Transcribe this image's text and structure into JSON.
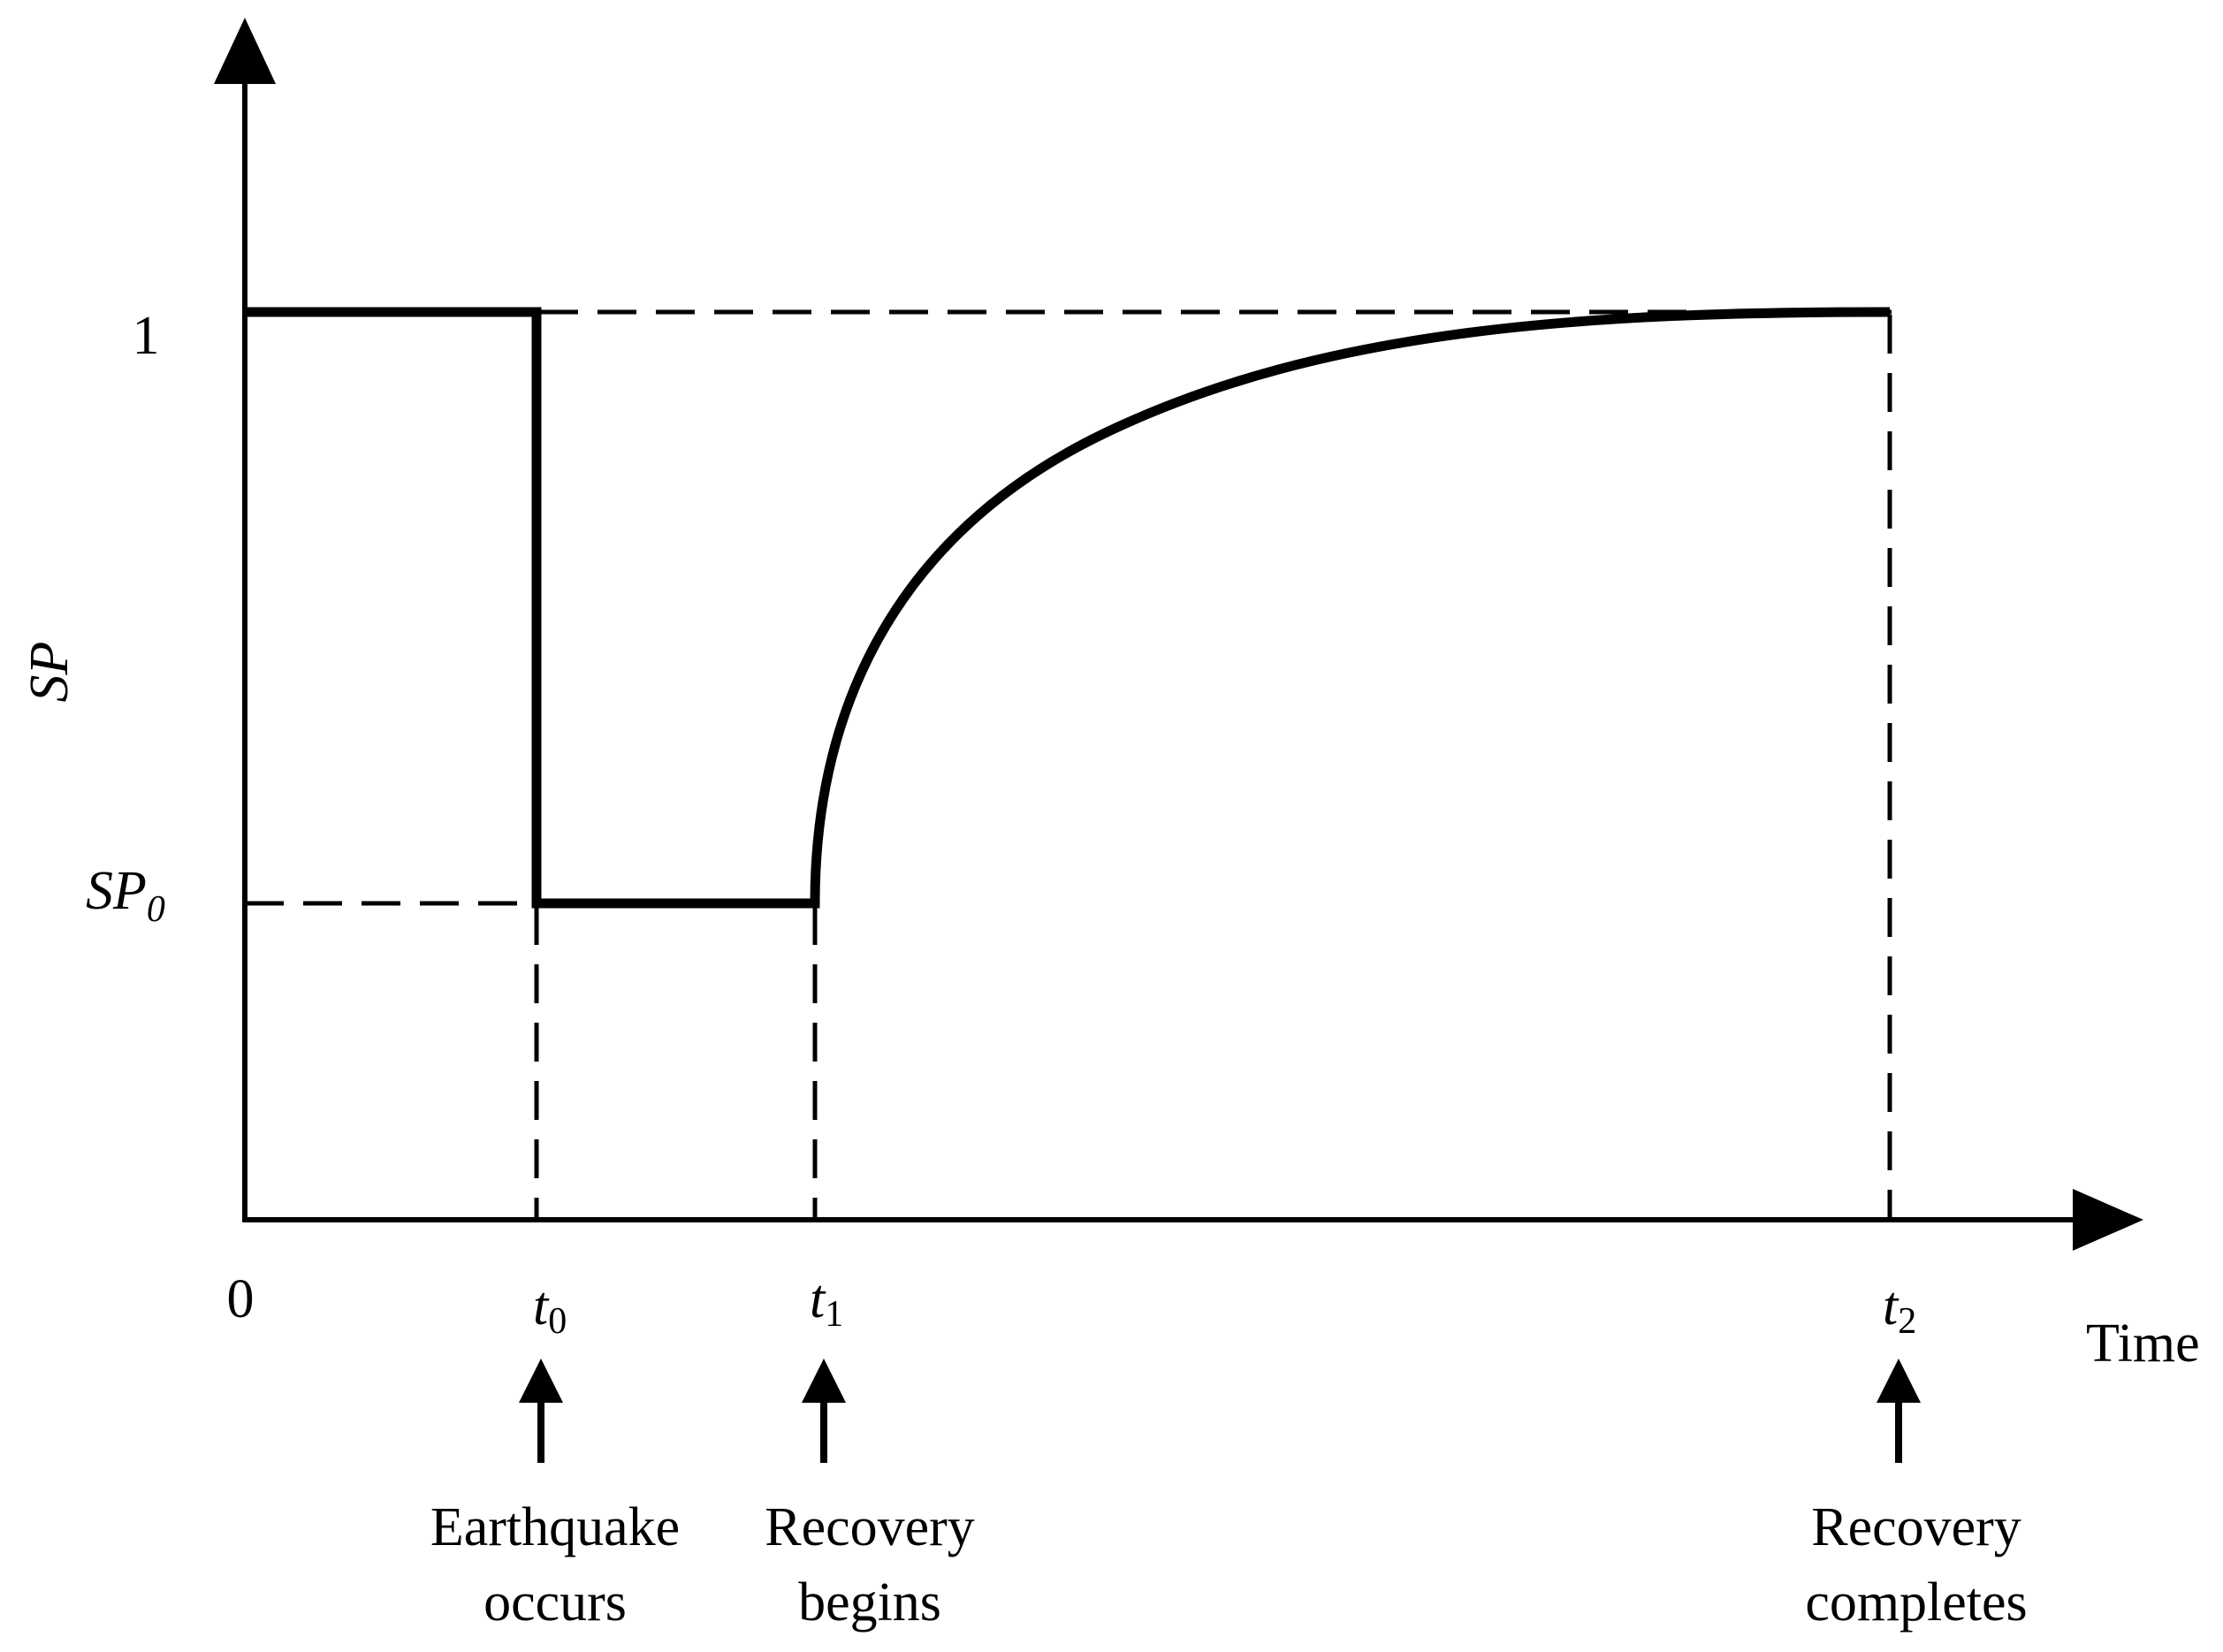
{
  "axes": {
    "y_label": "SP",
    "x_label": "Time",
    "origin_label": "0",
    "y_tick_top": "1",
    "y_tick_sp0_main": "SP",
    "y_tick_sp0_sub": "0"
  },
  "times": [
    {
      "main": "t",
      "sub": "0",
      "event_line1": "Earthquake",
      "event_line2": "occurs"
    },
    {
      "main": "t",
      "sub": "1",
      "event_line1": "Recovery",
      "event_line2": "begins"
    },
    {
      "main": "t",
      "sub": "2",
      "event_line1": "Recovery",
      "event_line2": "completes"
    }
  ]
}
